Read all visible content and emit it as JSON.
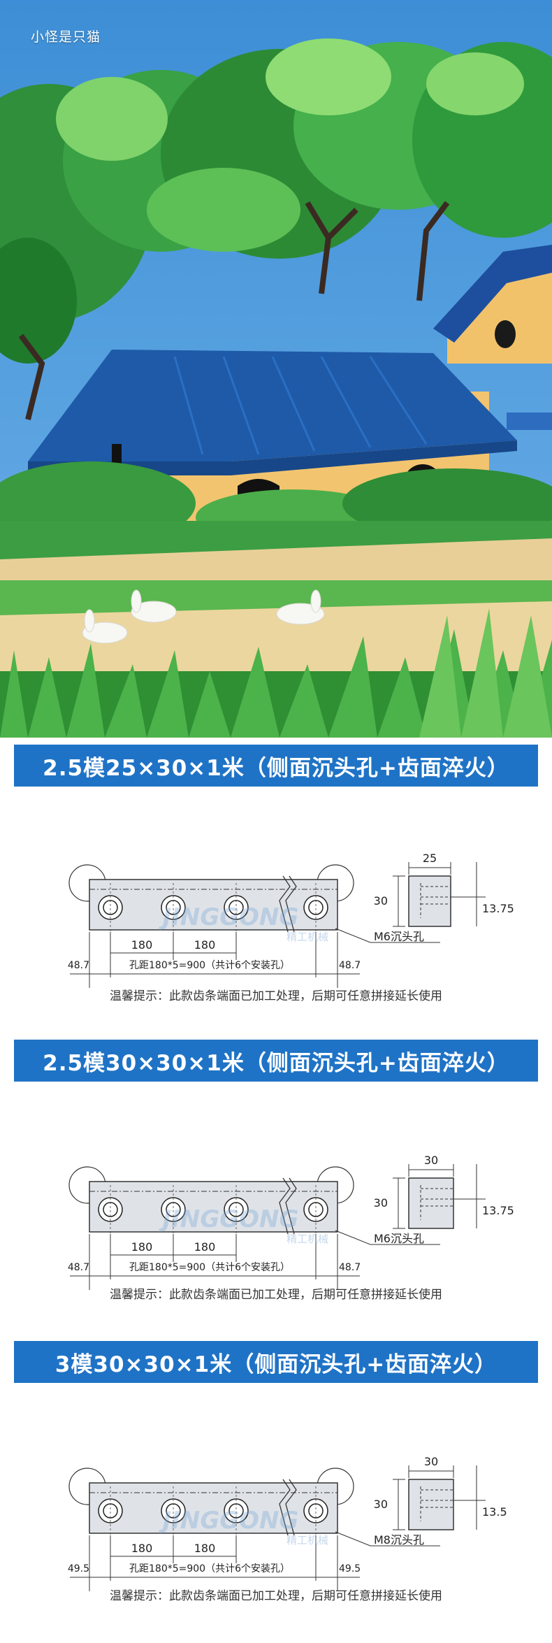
{
  "watermark": "小怪是只猫",
  "brand": {
    "latin": "JINGGONG",
    "cjk": "精工机械"
  },
  "sections": [
    {
      "title": "2.5模25×30×1米（侧面沉头孔+齿面淬火）",
      "pitch_label": "180",
      "pitch_label_2": "180",
      "end_left": "48.7",
      "end_right": "48.7",
      "formula": "孔距180*5=900（共计6个安装孔）",
      "screw": "M6沉头孔",
      "width": "25",
      "height": "30",
      "hole_height": "13.75",
      "tip": "温馨提示：此款齿条端面已加工处理，后期可任意拼接延长使用"
    },
    {
      "title": "2.5模30×30×1米（侧面沉头孔+齿面淬火）",
      "pitch_label": "180",
      "pitch_label_2": "180",
      "end_left": "48.7",
      "end_right": "48.7",
      "formula": "孔距180*5=900（共计6个安装孔）",
      "screw": "M6沉头孔",
      "width": "30",
      "height": "30",
      "hole_height": "13.75",
      "tip": "温馨提示：此款齿条端面已加工处理，后期可任意拼接延长使用"
    },
    {
      "title": "3模30×30×1米（侧面沉头孔+齿面淬火）",
      "pitch_label": "180",
      "pitch_label_2": "180",
      "end_left": "49.5",
      "end_right": "49.5",
      "formula": "孔距180*5=900（共计6个安装孔）",
      "screw": "M8沉头孔",
      "width": "30",
      "height": "30",
      "hole_height": "13.5",
      "tip": "温馨提示：此款齿条端面已加工处理，后期可任意拼接延长使用"
    }
  ]
}
